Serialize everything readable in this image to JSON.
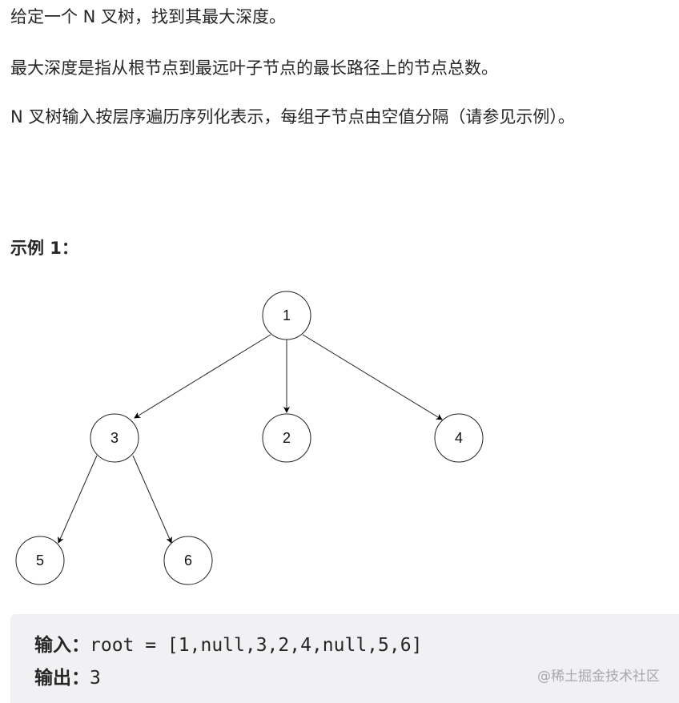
{
  "description": {
    "p1": "给定一个 N 叉树，找到其最大深度。",
    "p2": "最大深度是指从根节点到最远叶子节点的最长路径上的节点总数。",
    "p3": "N 叉树输入按层序遍历序列化表示，每组子节点由空值分隔（请参见示例）。"
  },
  "example": {
    "title": "示例 1：",
    "tree": {
      "nodes": [
        {
          "id": "1",
          "label": "1"
        },
        {
          "id": "3",
          "label": "3"
        },
        {
          "id": "2",
          "label": "2"
        },
        {
          "id": "4",
          "label": "4"
        },
        {
          "id": "5",
          "label": "5"
        },
        {
          "id": "6",
          "label": "6"
        }
      ],
      "edges": [
        [
          "1",
          "3"
        ],
        [
          "1",
          "2"
        ],
        [
          "1",
          "4"
        ],
        [
          "3",
          "5"
        ],
        [
          "3",
          "6"
        ]
      ]
    },
    "input_label": "输入：",
    "input_value": "root = [1,null,3,2,4,null,5,6]",
    "output_label": "输出：",
    "output_value": "3"
  },
  "watermark": "@稀土掘金技术社区"
}
